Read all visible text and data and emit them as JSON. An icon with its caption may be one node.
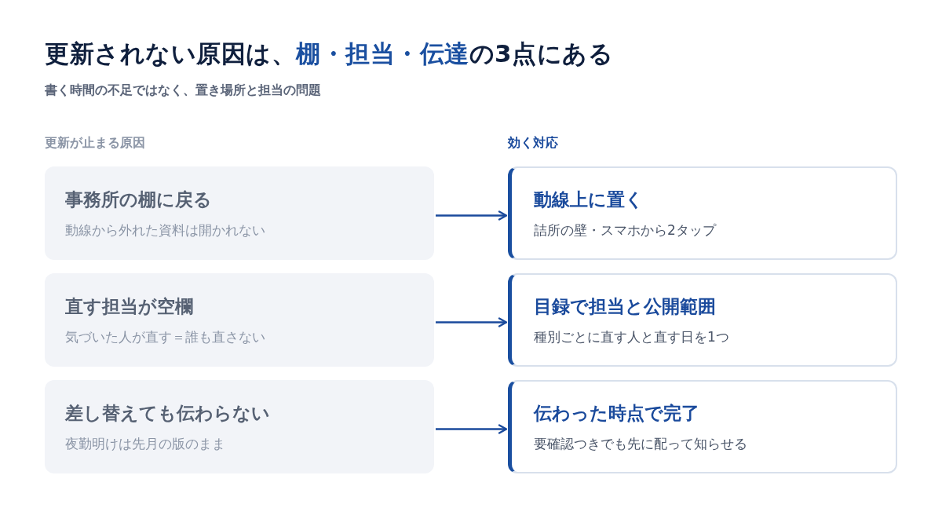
{
  "diagram": {
    "title": "更新されない原因は、**棚・担当・伝達**の3点にある",
    "nodes": [
      {
        "text": [
          "事務所の棚に戻る",
          "動線から外れた資料は開かれない"
        ]
      },
      {
        "text": [
          "直す担当が空欄",
          "気づいた人が直す＝誰も直さない"
        ]
      },
      {
        "text": [
          "差し替えても伝わらない",
          "夜勤明けは先月の版のまま"
        ]
      },
      {
        "text": [
          "動線上に置く",
          "詰所の壁・スマホから2タップ"
        ]
      },
      {
        "text": [
          "目録で担当と公開範囲",
          "種別ごとに直す人と直す日を1つ"
        ]
      },
      {
        "text": [
          "伝わった時点で完了",
          "要確認つきでも先に配って知らせる"
        ]
      }
    ],
    "edges": [
      {
        "from": 0,
        "to": 3,
        "arrow": "to"
      },
      {
        "from": 1,
        "to": 4,
        "arrow": "to"
      },
      {
        "from": 2,
        "to": 5,
        "arrow": "to"
      }
    ],
    "labels": [
      "書く時間の不足ではなく、置き場所と担当の問題",
      "更新が止まる原因",
      "効く対応"
    ]
  }
}
